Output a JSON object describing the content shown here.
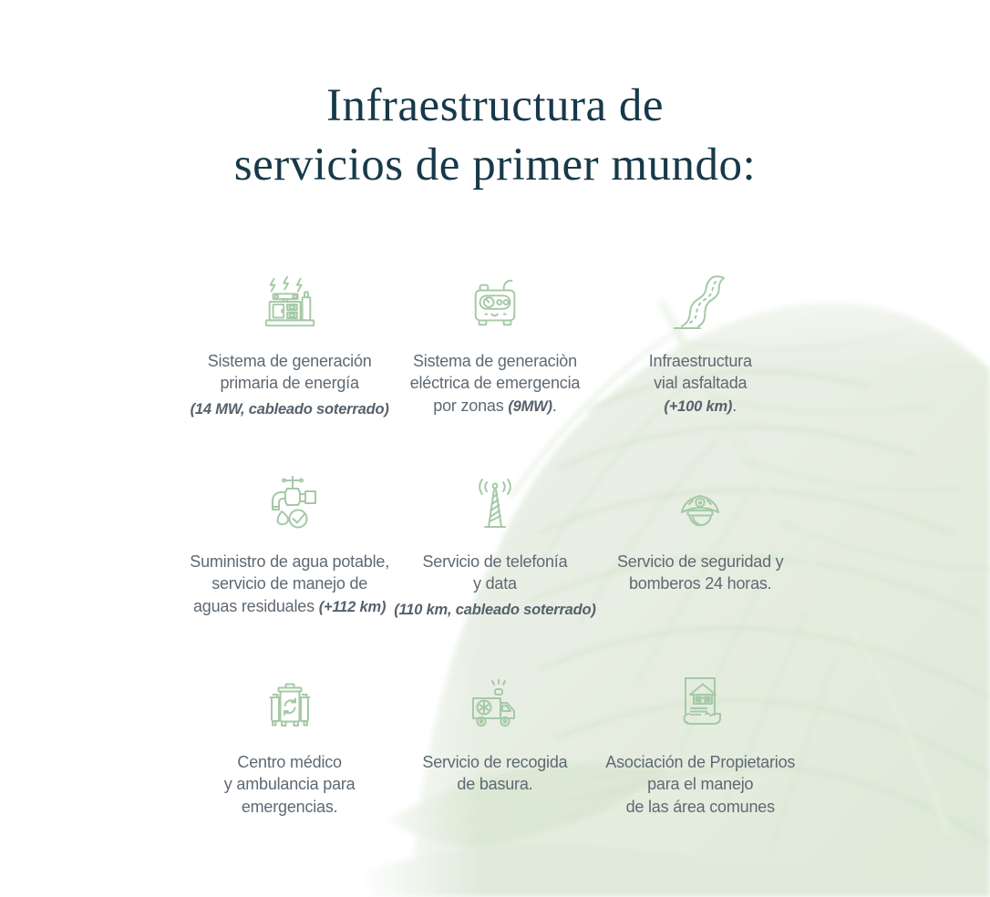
{
  "header": {
    "title_lines": [
      "Infraestructura de",
      "servicios de primer mundo:"
    ]
  },
  "colors": {
    "title_text": "#17394a",
    "body_text": "#5e6973",
    "icon_green": "#a5c9a6",
    "leaf_watermark": "#dfe9da",
    "background": "#ffffff"
  },
  "background_image": "tropical-leaf-watermark",
  "grid": {
    "items": [
      {
        "icon": "power-generator-icon",
        "lines": [
          [
            {
              "t": "Sistema de generación"
            }
          ],
          [
            {
              "t": "primaria de energía"
            }
          ],
          [
            {
              "t": "(14 MW, cableado soterrado)",
              "s": "note"
            }
          ]
        ]
      },
      {
        "icon": "emergency-generator-icon",
        "lines": [
          [
            {
              "t": "Sistema de generaciòn"
            }
          ],
          [
            {
              "t": "eléctrica de emergencia"
            }
          ],
          [
            {
              "t": "por zonas "
            },
            {
              "t": "(9MW)",
              "s": "note"
            },
            {
              "t": "."
            }
          ]
        ]
      },
      {
        "icon": "winding-road-icon",
        "lines": [
          [
            {
              "t": "Infraestructura"
            }
          ],
          [
            {
              "t": "vial asfaltada"
            }
          ],
          [
            {
              "t": "(+100 km)",
              "s": "note"
            },
            {
              "t": "."
            }
          ]
        ]
      },
      {
        "icon": "water-faucet-icon",
        "lines": [
          [
            {
              "t": "Suministro de agua potable,"
            }
          ],
          [
            {
              "t": "servicio de manejo de"
            }
          ],
          [
            {
              "t": "aguas residuales "
            },
            {
              "t": "(+112 km)",
              "s": "note"
            }
          ]
        ]
      },
      {
        "icon": "telecom-tower-icon",
        "lines": [
          [
            {
              "t": "Servicio de telefonía"
            }
          ],
          [
            {
              "t": "y data"
            }
          ],
          [
            {
              "t": "(110 km, cableado soterrado)",
              "s": "note"
            }
          ]
        ]
      },
      {
        "icon": "police-cap-icon",
        "lines": [
          [
            {
              "t": "Servicio de seguridad y"
            }
          ],
          [
            {
              "t": "bomberos 24 horas."
            }
          ]
        ]
      },
      {
        "icon": "recycle-bins-icon",
        "lines": [
          [
            {
              "t": "Centro médico"
            }
          ],
          [
            {
              "t": "y ambulancia para"
            }
          ],
          [
            {
              "t": "emergencias."
            }
          ]
        ]
      },
      {
        "icon": "ambulance-icon",
        "lines": [
          [
            {
              "t": "Servicio de recogida"
            }
          ],
          [
            {
              "t": "de basura."
            }
          ]
        ]
      },
      {
        "icon": "property-deed-icon",
        "lines": [
          [
            {
              "t": "Asociación de Propietarios"
            }
          ],
          [
            {
              "t": "para el manejo"
            }
          ],
          [
            {
              "t": "de las área comunes"
            }
          ]
        ]
      }
    ]
  }
}
